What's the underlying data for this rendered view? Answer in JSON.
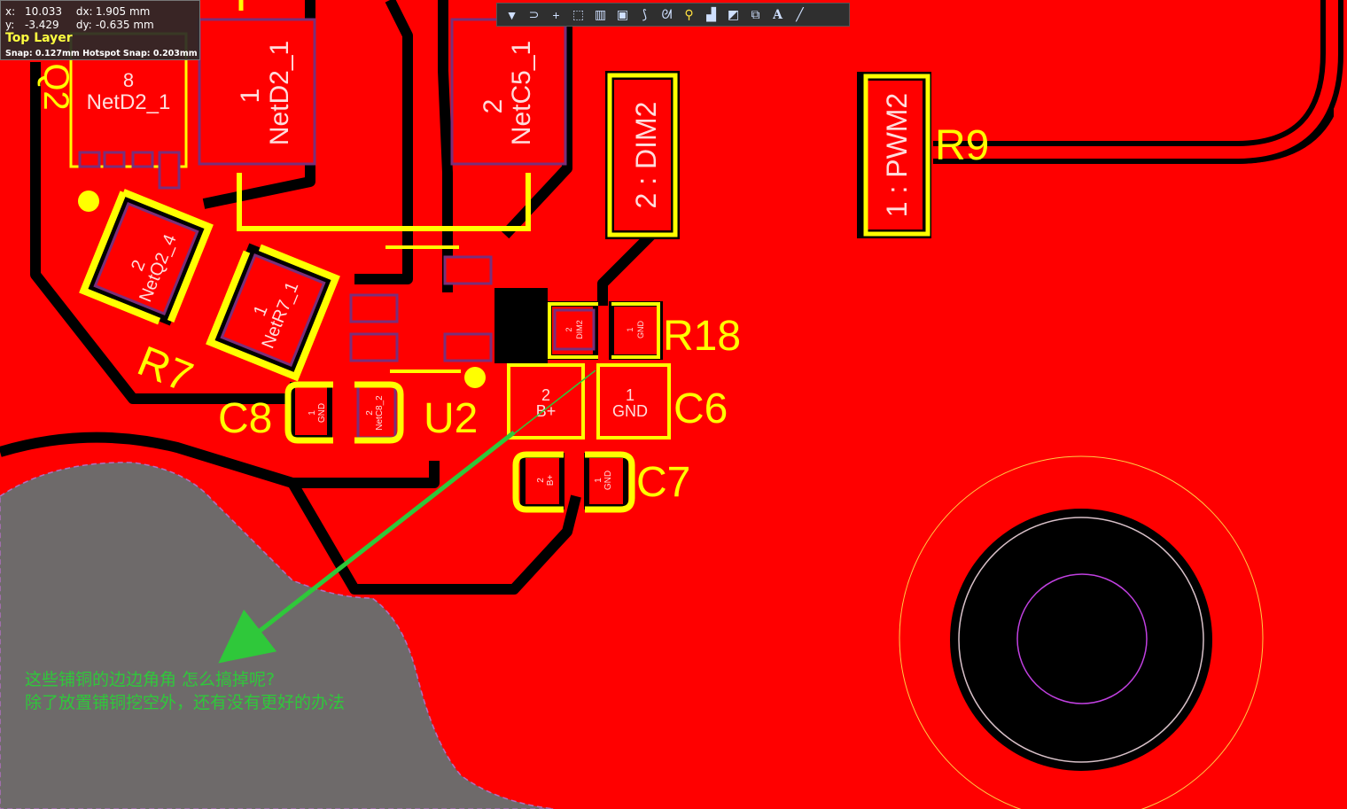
{
  "hud": {
    "x_label": "x:",
    "x_value": "10.033",
    "dx_label": "dx:",
    "dx_value": "1.905 mm",
    "y_label": "y:",
    "y_value": "-3.429",
    "dy_label": "dy:",
    "dy_value": "-0.635 mm",
    "layer": "Top Layer",
    "snap": "Snap: 0.127mm Hotspot Snap: 0.203mm"
  },
  "toolbar": [
    {
      "name": "filter-icon",
      "glyph": "▼"
    },
    {
      "name": "route-icon",
      "glyph": "⊃"
    },
    {
      "name": "crosshair-icon",
      "glyph": "+"
    },
    {
      "name": "select-rect-icon",
      "glyph": "⬚"
    },
    {
      "name": "align-icon",
      "glyph": "▥"
    },
    {
      "name": "component-icon",
      "glyph": "▣"
    },
    {
      "name": "interactive-route-icon",
      "glyph": "⟆"
    },
    {
      "name": "diff-pair-icon",
      "glyph": "ᘛ"
    },
    {
      "name": "via-icon",
      "glyph": "⚲"
    },
    {
      "name": "polygon-pour-icon",
      "glyph": "▟"
    },
    {
      "name": "keepout-icon",
      "glyph": "◩"
    },
    {
      "name": "dimension-icon",
      "glyph": "⧉"
    },
    {
      "name": "text-icon",
      "glyph": "A"
    },
    {
      "name": "line-icon",
      "glyph": "╱"
    }
  ],
  "labels": {
    "q2": "Q2",
    "q2_pad_num": "8",
    "q2_pad_net": "NetD2_1",
    "netd2_pad_num": "1",
    "netd2_pad_net": "NetD2_1",
    "netc5_pad_num": "2",
    "netc5_pad_net": "NetC5_1",
    "dim2_pad": "2 : DIM2",
    "pwm2_pad": "1 : PWM2",
    "r9": "R9",
    "r7": "R7",
    "r7_pad1_num": "2",
    "r7_pad1_net": "NetQ2_4",
    "r7_pad2_num": "1",
    "r7_pad2_net": "NetR7_1",
    "r18": "R18",
    "r18_pad2_num": "2",
    "r18_pad2_net": "DIM2",
    "r18_pad1_num": "1",
    "r18_pad1_net": "GND",
    "c8": "C8",
    "c8_pad1_num": "1",
    "c8_pad1_net": "GND",
    "c8_pad2_num": "2",
    "c8_pad2_net": "NetC8_2",
    "u2": "U2",
    "c6": "C6",
    "c6_pad2_num": "2",
    "c6_pad2_net": "B+",
    "c6_pad1_num": "1",
    "c6_pad1_net": "GND",
    "c7": "C7",
    "c7_pad2_num": "2",
    "c7_pad2_net": "B+",
    "c7_pad1_num": "1",
    "c7_pad1_net": "GND"
  },
  "annotation": {
    "line1": "这些铺铜的边边角角  怎么搞掉呢?",
    "line2": "除了放置铺铜挖空外，还有没有更好的办法"
  },
  "colors": {
    "copper": "#ff0000",
    "gap": "#000000",
    "silkscreen": "#ffff00",
    "keepout": "#6e6a6a",
    "annotation": "#2fc83a",
    "pad_outline": "#7a2f7a"
  }
}
